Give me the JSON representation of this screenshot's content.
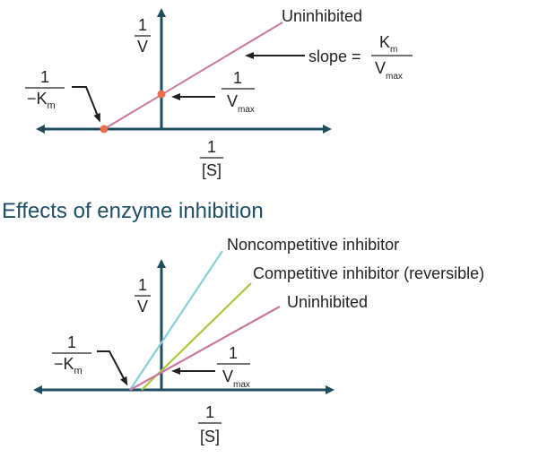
{
  "top_plot": {
    "y_axis": {
      "numerator": "1",
      "denominator": "V"
    },
    "x_axis": {
      "numerator": "1",
      "denominator": "[S]"
    },
    "x_intercept": {
      "numerator": "1",
      "denominator_prefix": "−K",
      "denominator_sub": "m"
    },
    "y_intercept": {
      "numerator": "1",
      "denominator_main": "V",
      "denominator_sub": "max"
    },
    "slope_label": {
      "prefix": "slope =",
      "numerator_main": "K",
      "numerator_sub": "m",
      "denominator_main": "V",
      "denominator_sub": "max"
    },
    "line_label": "Uninhibited",
    "colors": {
      "axis": "#1f4e5e",
      "line": "#c9789c",
      "point": "#e8704f"
    }
  },
  "section_title": "Effects of enzyme inhibition",
  "bottom_plot": {
    "y_axis": {
      "numerator": "1",
      "denominator": "V"
    },
    "x_axis": {
      "numerator": "1",
      "denominator": "[S]"
    },
    "x_intercept": {
      "numerator": "1",
      "denominator_prefix": "−K",
      "denominator_sub": "m"
    },
    "y_intercept": {
      "numerator": "1",
      "denominator_main": "V",
      "denominator_sub": "max"
    },
    "lines": [
      {
        "label": "Noncompetitive inhibitor",
        "color": "#86cfd9"
      },
      {
        "label": "Competitive inhibitor (reversible)",
        "color": "#a6c93c"
      },
      {
        "label": "Uninhibited",
        "color": "#c9789c"
      }
    ],
    "colors": {
      "axis": "#1f4e5e"
    }
  }
}
